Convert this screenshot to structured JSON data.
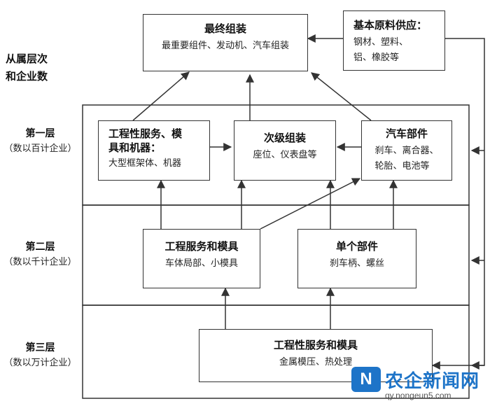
{
  "header_label": "从属层次\n和企业数",
  "tiers": [
    {
      "name": "第一层",
      "sub": "（数以百计企业）"
    },
    {
      "name": "第二层",
      "sub": "（数以千计企业）"
    },
    {
      "name": "第三层",
      "sub": "（数以万计企业）"
    }
  ],
  "boxes": {
    "final_assembly": {
      "title": "最终组装",
      "detail": "最重要组件、发动机、汽车组装"
    },
    "raw_materials": {
      "title": "基本原料供应：",
      "detail": "钢材、塑料、\n铝、橡胶等"
    },
    "eng_services_tier1": {
      "title": "工程性服务、模\n具和机器：",
      "detail": "大型框架体、机器"
    },
    "sub_assembly": {
      "title": "次级组装",
      "detail": "座位、仪表盘等"
    },
    "auto_parts": {
      "title": "汽车部件",
      "detail": "刹车、离合器、\n轮胎、电池等"
    },
    "eng_services_tier2": {
      "title": "工程服务和模具",
      "detail": "车体局部、小模具"
    },
    "single_parts": {
      "title": "单个部件",
      "detail": "刹车柄、螺丝"
    },
    "eng_services_tier3": {
      "title": "工程性服务和模具",
      "detail": "金属模压、热处理"
    }
  },
  "watermark": {
    "brand": "农企新闻网",
    "logo": "N",
    "url": "qy.nongeun5.com"
  },
  "colors": {
    "line": "#333333",
    "watermark": "#1e74c8"
  }
}
